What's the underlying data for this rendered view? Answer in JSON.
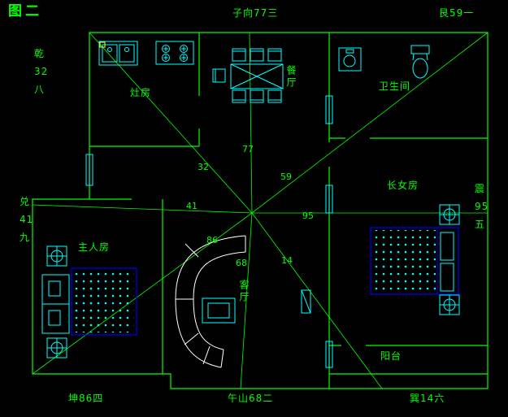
{
  "figure_title": "图二",
  "compass": {
    "nw": {
      "name": "乾",
      "value": "32",
      "star": "八"
    },
    "n": "子向77三",
    "ne": "艮59一",
    "w": {
      "name": "兑",
      "value": "41",
      "star": "九"
    },
    "e": {
      "name": "震",
      "value": "95",
      "star": "五"
    },
    "sw": "坤86四",
    "s": "午山68二",
    "se": "巽14六"
  },
  "rooms": {
    "kitchen": "灶房",
    "dining": "餐厅",
    "bathroom": "卫生间",
    "eldest_daughter": "长女房",
    "master": "主人房",
    "living": "客厅",
    "balcony": "阳台"
  },
  "rays": {
    "n": "77",
    "nw": "32",
    "ne": "59",
    "w": "41",
    "e": "95",
    "sw": "86",
    "s": "68",
    "se": "14"
  },
  "colors": {
    "background": "#000000",
    "wall": "#00ff00",
    "fixture": "#00ffff",
    "bed_frame": "#0000ff",
    "sofa": "#ffffff",
    "label": "#00ff00",
    "accent": "#ffff00"
  }
}
